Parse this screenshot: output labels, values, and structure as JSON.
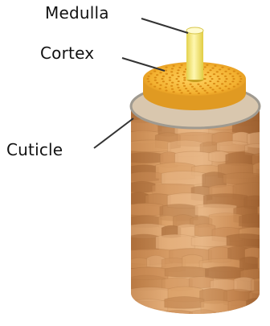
{
  "labels": {
    "medulla": "Medulla",
    "cortex": "Cortex",
    "cuticle": "Cuticle"
  },
  "colors": {
    "medulla": "#f4ea7c",
    "cortex": "#f3b130",
    "cortex_pores": "#d98a14",
    "cuticle_light": "#e7b585",
    "cuticle_mid": "#c98a54",
    "cuticle_dark": "#9c5f2f",
    "rim": "#9f9a90",
    "pointer": "#333333"
  }
}
